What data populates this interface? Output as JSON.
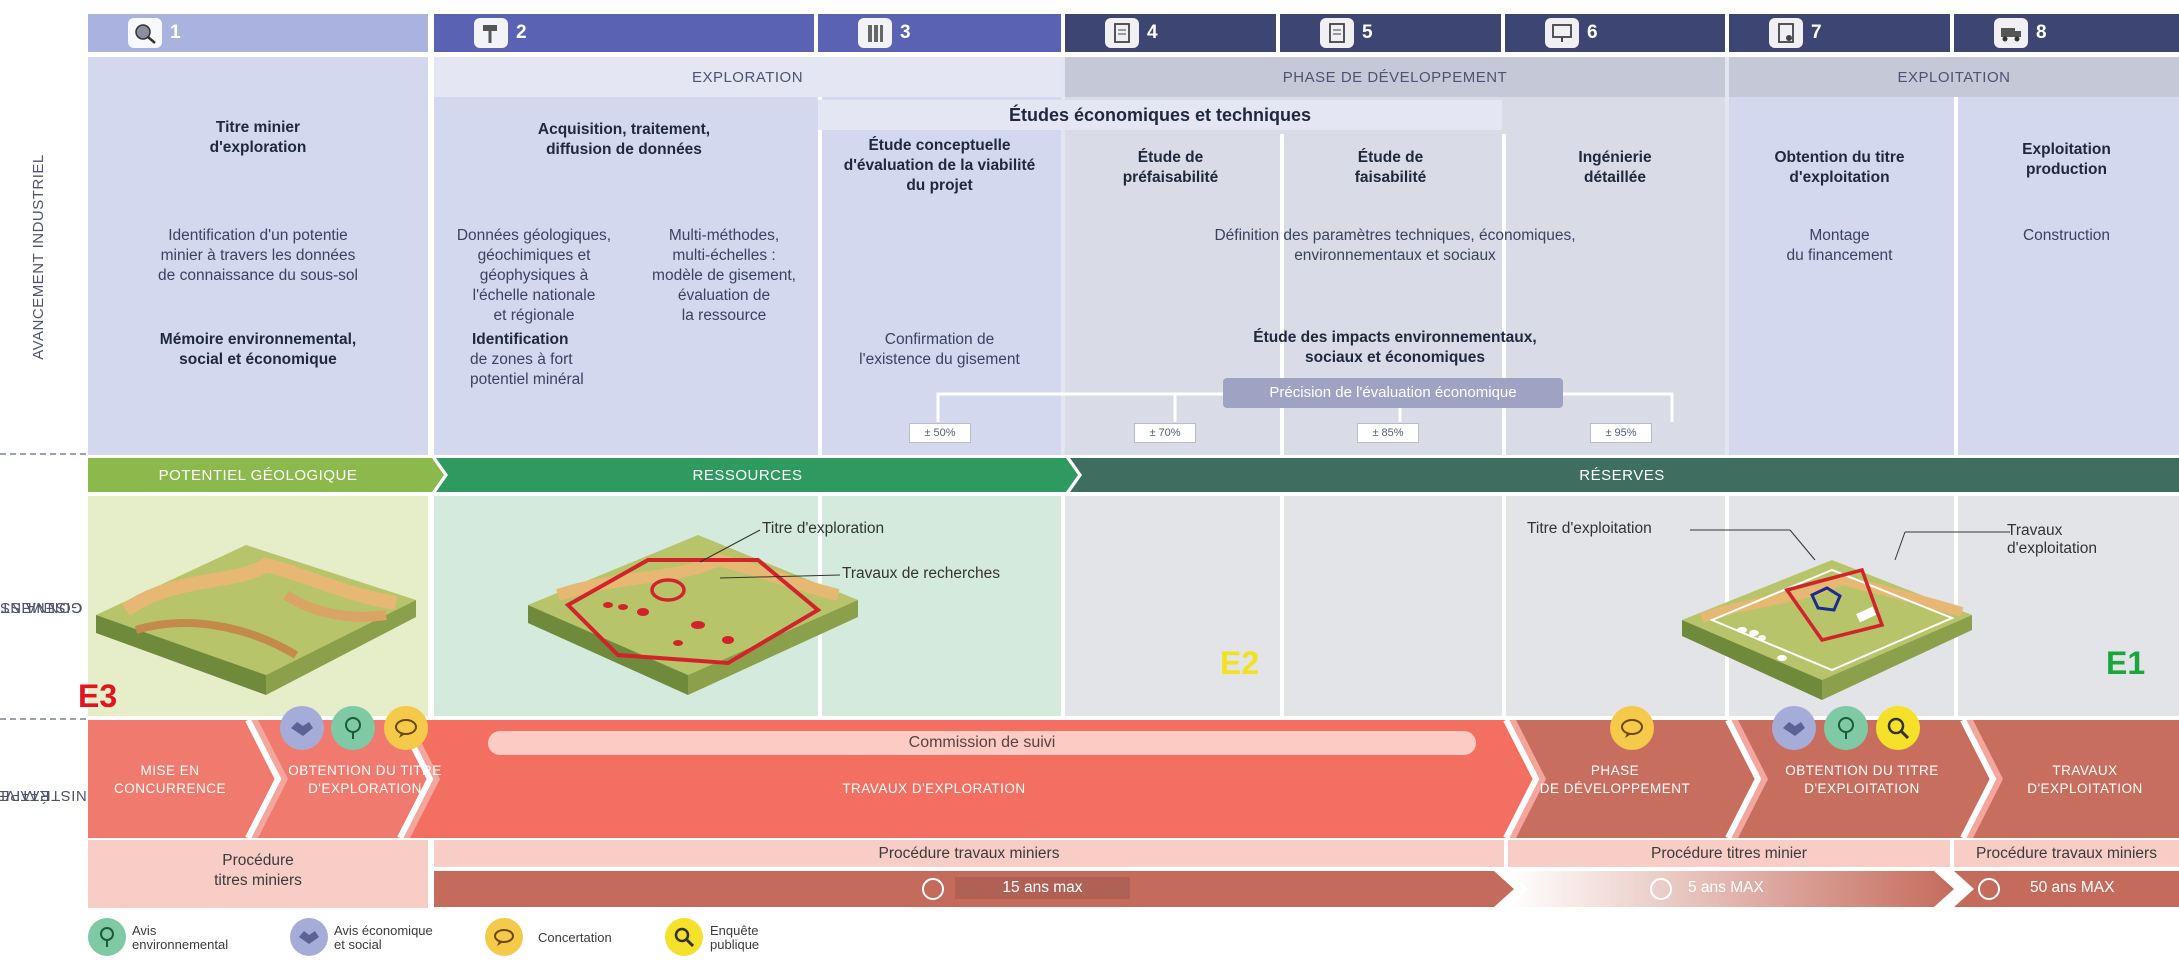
{
  "side_labels": {
    "industriel": "AVANCEMENT INDUSTRIEL",
    "gisement_1": "CONNAISSANCE",
    "gisement_2": "DU GISEMENT",
    "etapes_1": "ÉTAPES",
    "etapes_2": "ADMINISTRATIVES"
  },
  "steps": [
    "1",
    "2",
    "3",
    "4",
    "5",
    "6",
    "7",
    "8"
  ],
  "phases": {
    "exploration": "EXPLORATION",
    "developpement": "PHASE DE DÉVELOPPEMENT",
    "exploitation": "EXPLOITATION"
  },
  "etudes_header": "Études économiques et techniques",
  "col1": {
    "title_1": "Titre minier",
    "title_2": "d'exploration",
    "desc_1": "Identification d'un potentie",
    "desc_2": "minier à travers les données",
    "desc_3": "de connaissance du sous-sol",
    "memo_1": "Mémoire environnemental,",
    "memo_2": "social et économique"
  },
  "col2": {
    "title_1": "Acquisition, traitement,",
    "title_2": "diffusion de données",
    "left": [
      "Données géologiques,",
      "géochimiques et",
      "géophysiques à",
      "l'échelle nationale",
      "et régionale"
    ],
    "right": [
      "Multi-méthodes,",
      "multi-échelles :",
      "modèle de gisement,",
      "évaluation de",
      "la ressource"
    ],
    "ident_1": "Identification",
    "ident_2": "de zones à fort",
    "ident_3": "potentiel minéral"
  },
  "col3": {
    "title_1": "Étude conceptuelle",
    "title_2": "d'évaluation de la viabilité",
    "title_3": "du projet",
    "conf_1": "Confirmation de",
    "conf_2": "l'existence du gisement"
  },
  "col4": {
    "title_1": "Étude de",
    "title_2": "préfaisabilité"
  },
  "col5": {
    "title_1": "Étude de",
    "title_2": "faisabilité"
  },
  "col6": {
    "title_1": "Ingénierie",
    "title_2": "détaillée"
  },
  "def_1": "Définition des paramètres techniques, économiques,",
  "def_2": "environnementaux et sociaux",
  "impacts_1": "Étude des impacts environnementaux,",
  "impacts_2": "sociaux et économiques",
  "precision": "Précision de l'évaluation économique",
  "percents": [
    "± 50%",
    "± 70%",
    "± 85%",
    "± 95%"
  ],
  "col7": {
    "title_1": "Obtention du titre",
    "title_2": "d'exploitation",
    "desc_1": "Montage",
    "desc_2": "du financement"
  },
  "col8": {
    "title_1": "Exploitation",
    "title_2": "production",
    "desc": "Construction"
  },
  "bands": {
    "potentiel": "POTENTIEL GÉOLOGIQUE",
    "ressources": "RESSOURCES",
    "reserves": "RÉSERVES"
  },
  "map_labels": {
    "titre_exploration": "Titre d'exploration",
    "travaux_recherches": "Travaux de recherches",
    "titre_exploitation": "Titre d'exploitation",
    "travaux_exploitation_1": "Travaux",
    "travaux_exploitation_2": "d'exploitation"
  },
  "markers": {
    "e3": "E3",
    "e2": "E2",
    "e1": "E1"
  },
  "marker_colors": {
    "e3": "#e3141b",
    "e2": "#f2e21c",
    "e1": "#1aa63c"
  },
  "admin": {
    "mise_1": "MISE EN",
    "mise_2": "CONCURRENCE",
    "obt_expl_1": "OBTENTION DU TITRE",
    "obt_expl_2": "D'EXPLORATION",
    "commission": "Commission de suivi",
    "travaux_expl": "TRAVAUX D'EXPLORATION",
    "phase_dev_1": "PHASE",
    "phase_dev_2": "DE DÉVELOPPEMENT",
    "obt_expt_1": "OBTENTION DU TITRE",
    "obt_expt_2": "D'EXPLOITATION",
    "trav_expt_1": "TRAVAUX",
    "trav_expt_2": "D'EXPLOITATION"
  },
  "procedures": {
    "titres_1": "Procédure",
    "titres_2": "titres miniers",
    "travaux": "Procédure travaux miniers",
    "titres_minier": "Procédure titres minier",
    "travaux_2": "Procédure travaux miniers"
  },
  "durations": [
    "15 ans max",
    "5 ans MAX",
    "50 ans MAX"
  ],
  "legend": {
    "env_1": "Avis",
    "env_2": "environnemental",
    "eco_1": "Avis économique",
    "eco_2": "et social",
    "concertation": "Concertation",
    "enquete_1": "Enquête",
    "enquete_2": "publique"
  },
  "icons": [
    "magnifier-rock-icon",
    "hammer-icon",
    "core-sample-icon",
    "document-icon",
    "document-icon",
    "monitor-icon",
    "contract-icon",
    "truck-icon",
    "handshake-icon",
    "tree-icon",
    "speech-bubble-icon",
    "magnifier-icon",
    "stopwatch-icon"
  ],
  "colors": {
    "header_light": "#a9b2e0",
    "header_mid": "#5961b2",
    "header_dark": "#3b4470",
    "potentiel": "#8bb84a",
    "ressources": "#2f9a5e",
    "reserves": "#3c6e5e",
    "admin_red": "#f0766a",
    "admin_dark": "#c96d5e"
  }
}
